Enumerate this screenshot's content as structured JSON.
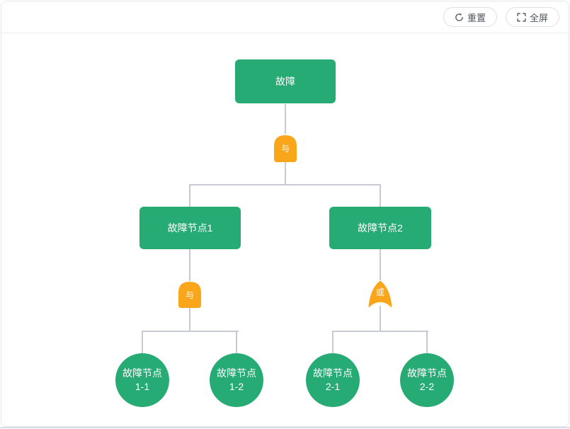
{
  "toolbar": {
    "reset": {
      "label": "重置",
      "icon": "refresh-icon"
    },
    "fullscreen": {
      "label": "全屏",
      "icon": "fullscreen-icon"
    }
  },
  "tree": {
    "root": {
      "label": "故障",
      "gate": "与"
    },
    "nodes": [
      {
        "label": "故障节点1",
        "gate": "与"
      },
      {
        "label": "故障节点2",
        "gate": "或"
      }
    ],
    "leaves": [
      {
        "label": "故障节点1-1"
      },
      {
        "label": "故障节点1-2"
      },
      {
        "label": "故障节点2-1"
      },
      {
        "label": "故障节点2-2"
      }
    ]
  },
  "colors": {
    "node_green": "#27AB74",
    "gate_orange": "#FAA61B",
    "connector": "#C7CAD2"
  }
}
